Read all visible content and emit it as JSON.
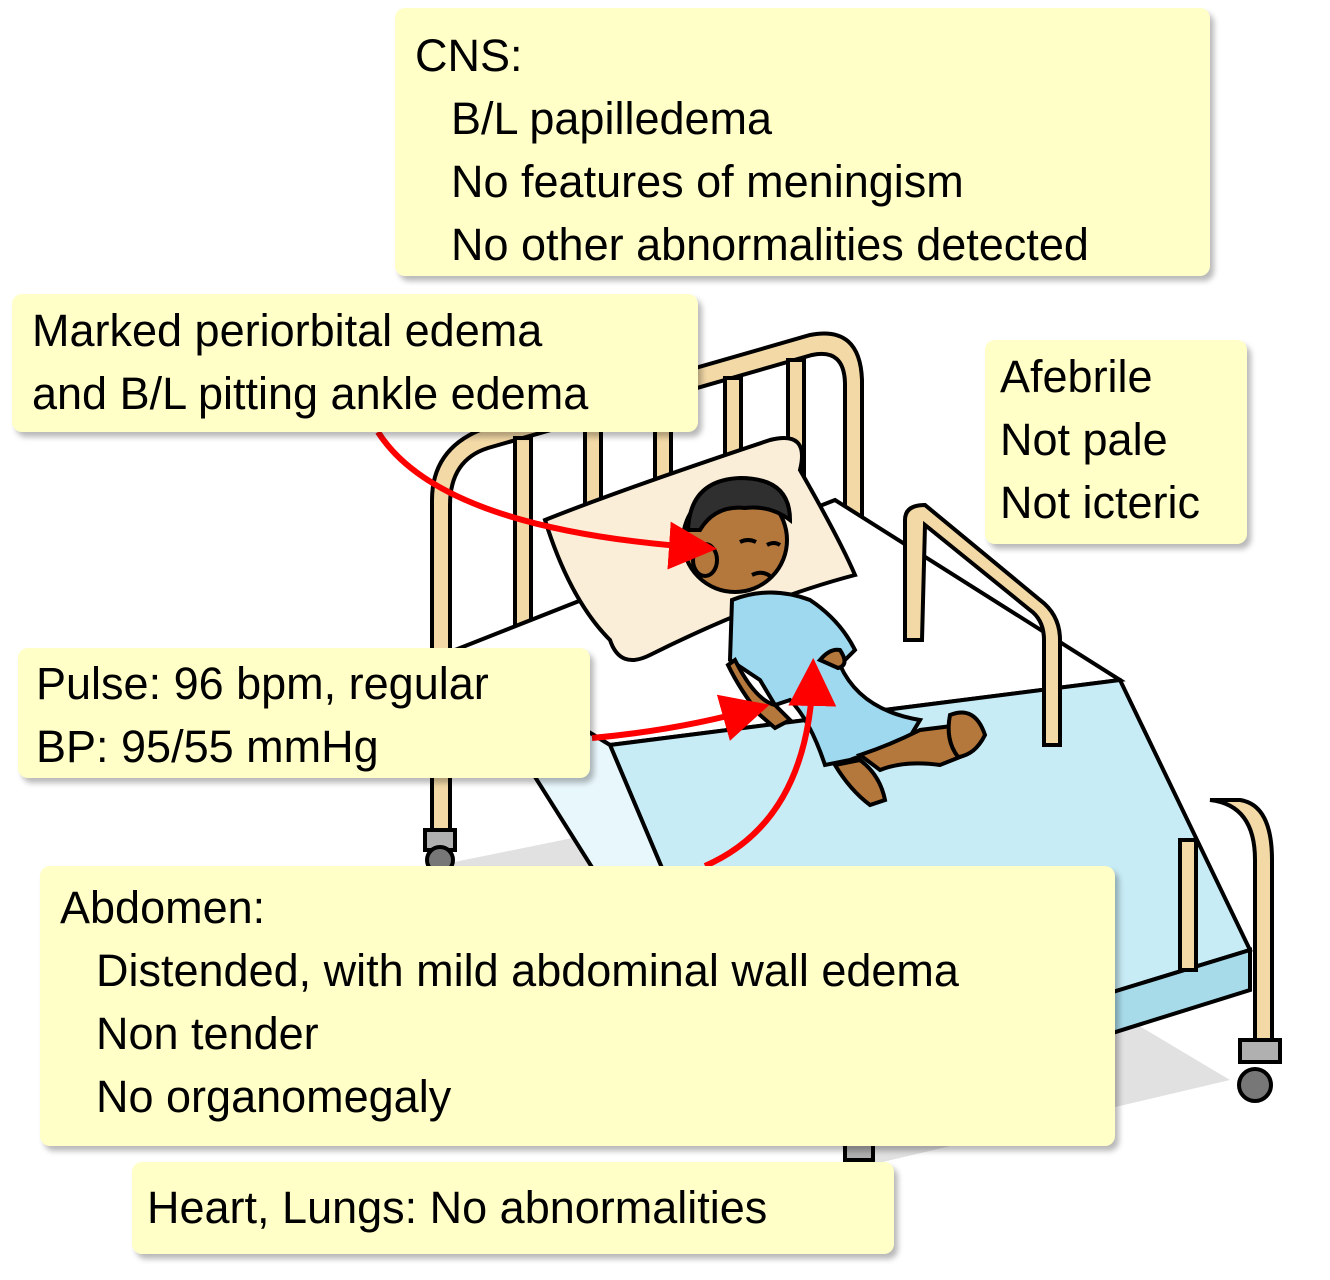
{
  "notes": {
    "cns": {
      "heading": "CNS:",
      "items": [
        "B/L papilledema",
        "No features of meningism",
        "No other abnormalities detected"
      ]
    },
    "edema": {
      "lines": [
        "Marked periorbital edema",
        "and B/L pitting ankle edema"
      ]
    },
    "general": {
      "lines": [
        "Afebrile",
        "Not pale",
        "Not icteric"
      ]
    },
    "vitals": {
      "lines": [
        "Pulse: 96 bpm, regular",
        "BP: 95/55 mmHg"
      ]
    },
    "abdomen": {
      "heading": "Abdomen:",
      "items": [
        "Distended, with mild abdominal wall edema",
        "Non tender",
        "No organomegaly"
      ]
    },
    "heart_lungs": {
      "text": "Heart, Lungs: No abnormalities"
    }
  },
  "colors": {
    "note_fill": "#ffffc7",
    "arrow": "#ff0000",
    "bed_frame": "#f3d9a6",
    "sheet": "#c8ecf6",
    "gown": "#9ed9ef",
    "skin": "#b4773c"
  }
}
